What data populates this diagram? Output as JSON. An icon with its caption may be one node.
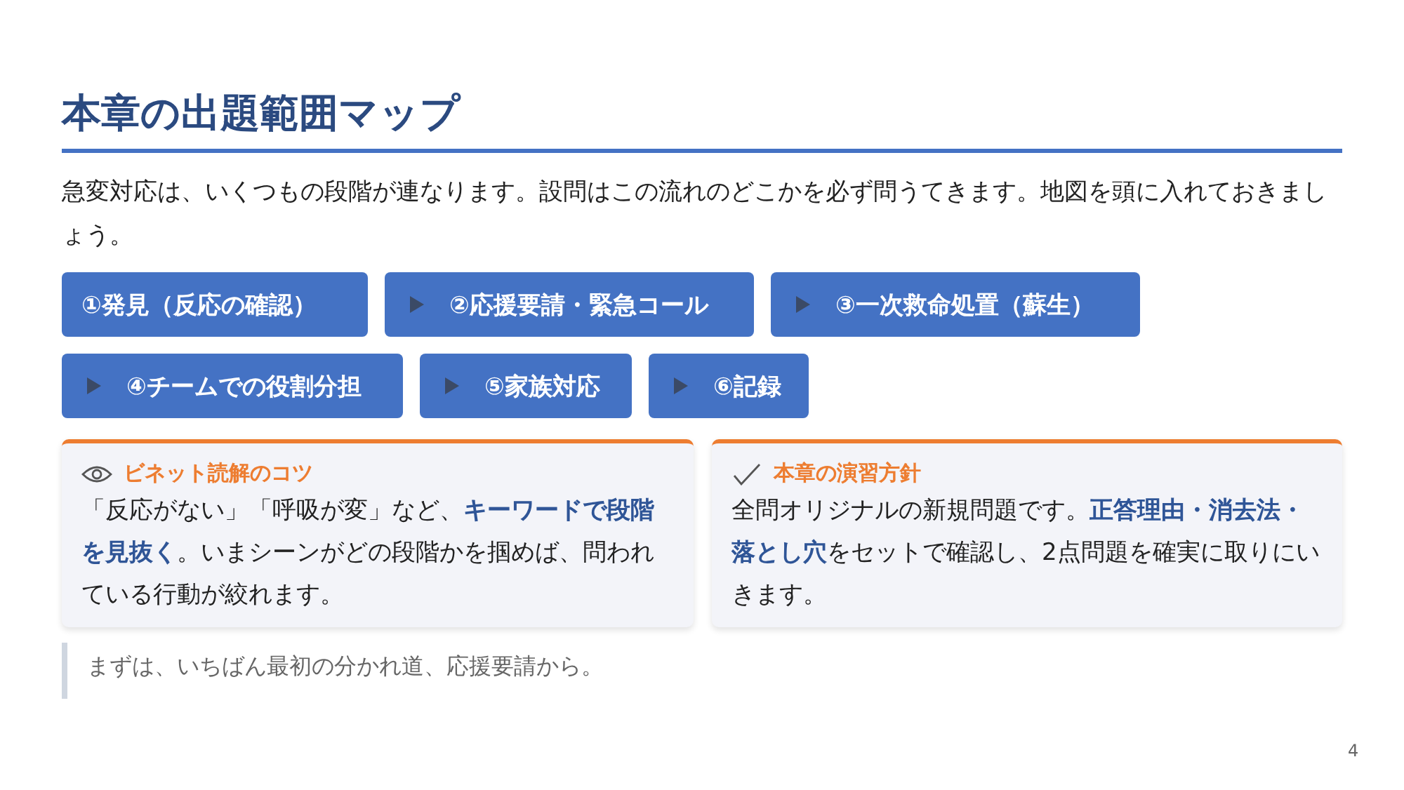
{
  "diagram": {
    "title": "本章の出題範囲マップ",
    "nodes": [
      {
        "text": [
          "①発見（反応の確認）"
        ]
      },
      {
        "text": [
          "②応援要請・緊急コール"
        ]
      },
      {
        "text": [
          "③一次救命処置（蘇生）"
        ]
      },
      {
        "text": [
          "④チームでの役割分担"
        ]
      },
      {
        "text": [
          "⑤家族対応"
        ]
      },
      {
        "text": [
          "⑥記録"
        ]
      },
      {
        "text": [
          "ビネット読解のコツ",
          "「反応がない」「呼吸が変」など、**キーワードで段階を見抜く**。いまシーンがどの段階かを掴めば、問われている行動が絞れます。"
        ]
      },
      {
        "text": [
          "本章の演習方針",
          "全問オリジナルの新規問題です。**正答理由・消去法・落とし穴**をセットで確認し、2点問題を確実に取りにいきます。"
        ]
      }
    ],
    "labels": [
      "急変対応は、いくつもの段階が連なります。設問はこの流れのどこかを必ず問うてきます。地図を頭に入れておきましょう。",
      "まずは、いちばん最初の分かれ道、応援要請から。",
      "4"
    ]
  }
}
